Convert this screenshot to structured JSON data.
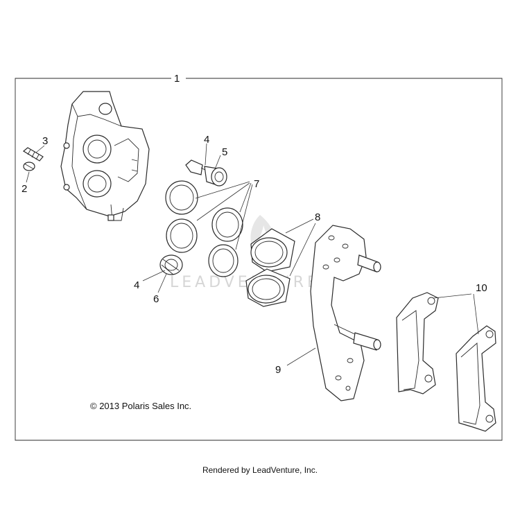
{
  "callouts": {
    "c1": "1",
    "c2": "2",
    "c3": "3",
    "c4a": "4",
    "c5": "5",
    "c7": "7",
    "c8": "8",
    "c4b": "4",
    "c6": "6",
    "c9": "9",
    "c10": "10"
  },
  "copyright": "© 2013 Polaris Sales Inc.",
  "watermark": "LEADVENTURE",
  "footer": "Rendered by LeadVenture, Inc."
}
